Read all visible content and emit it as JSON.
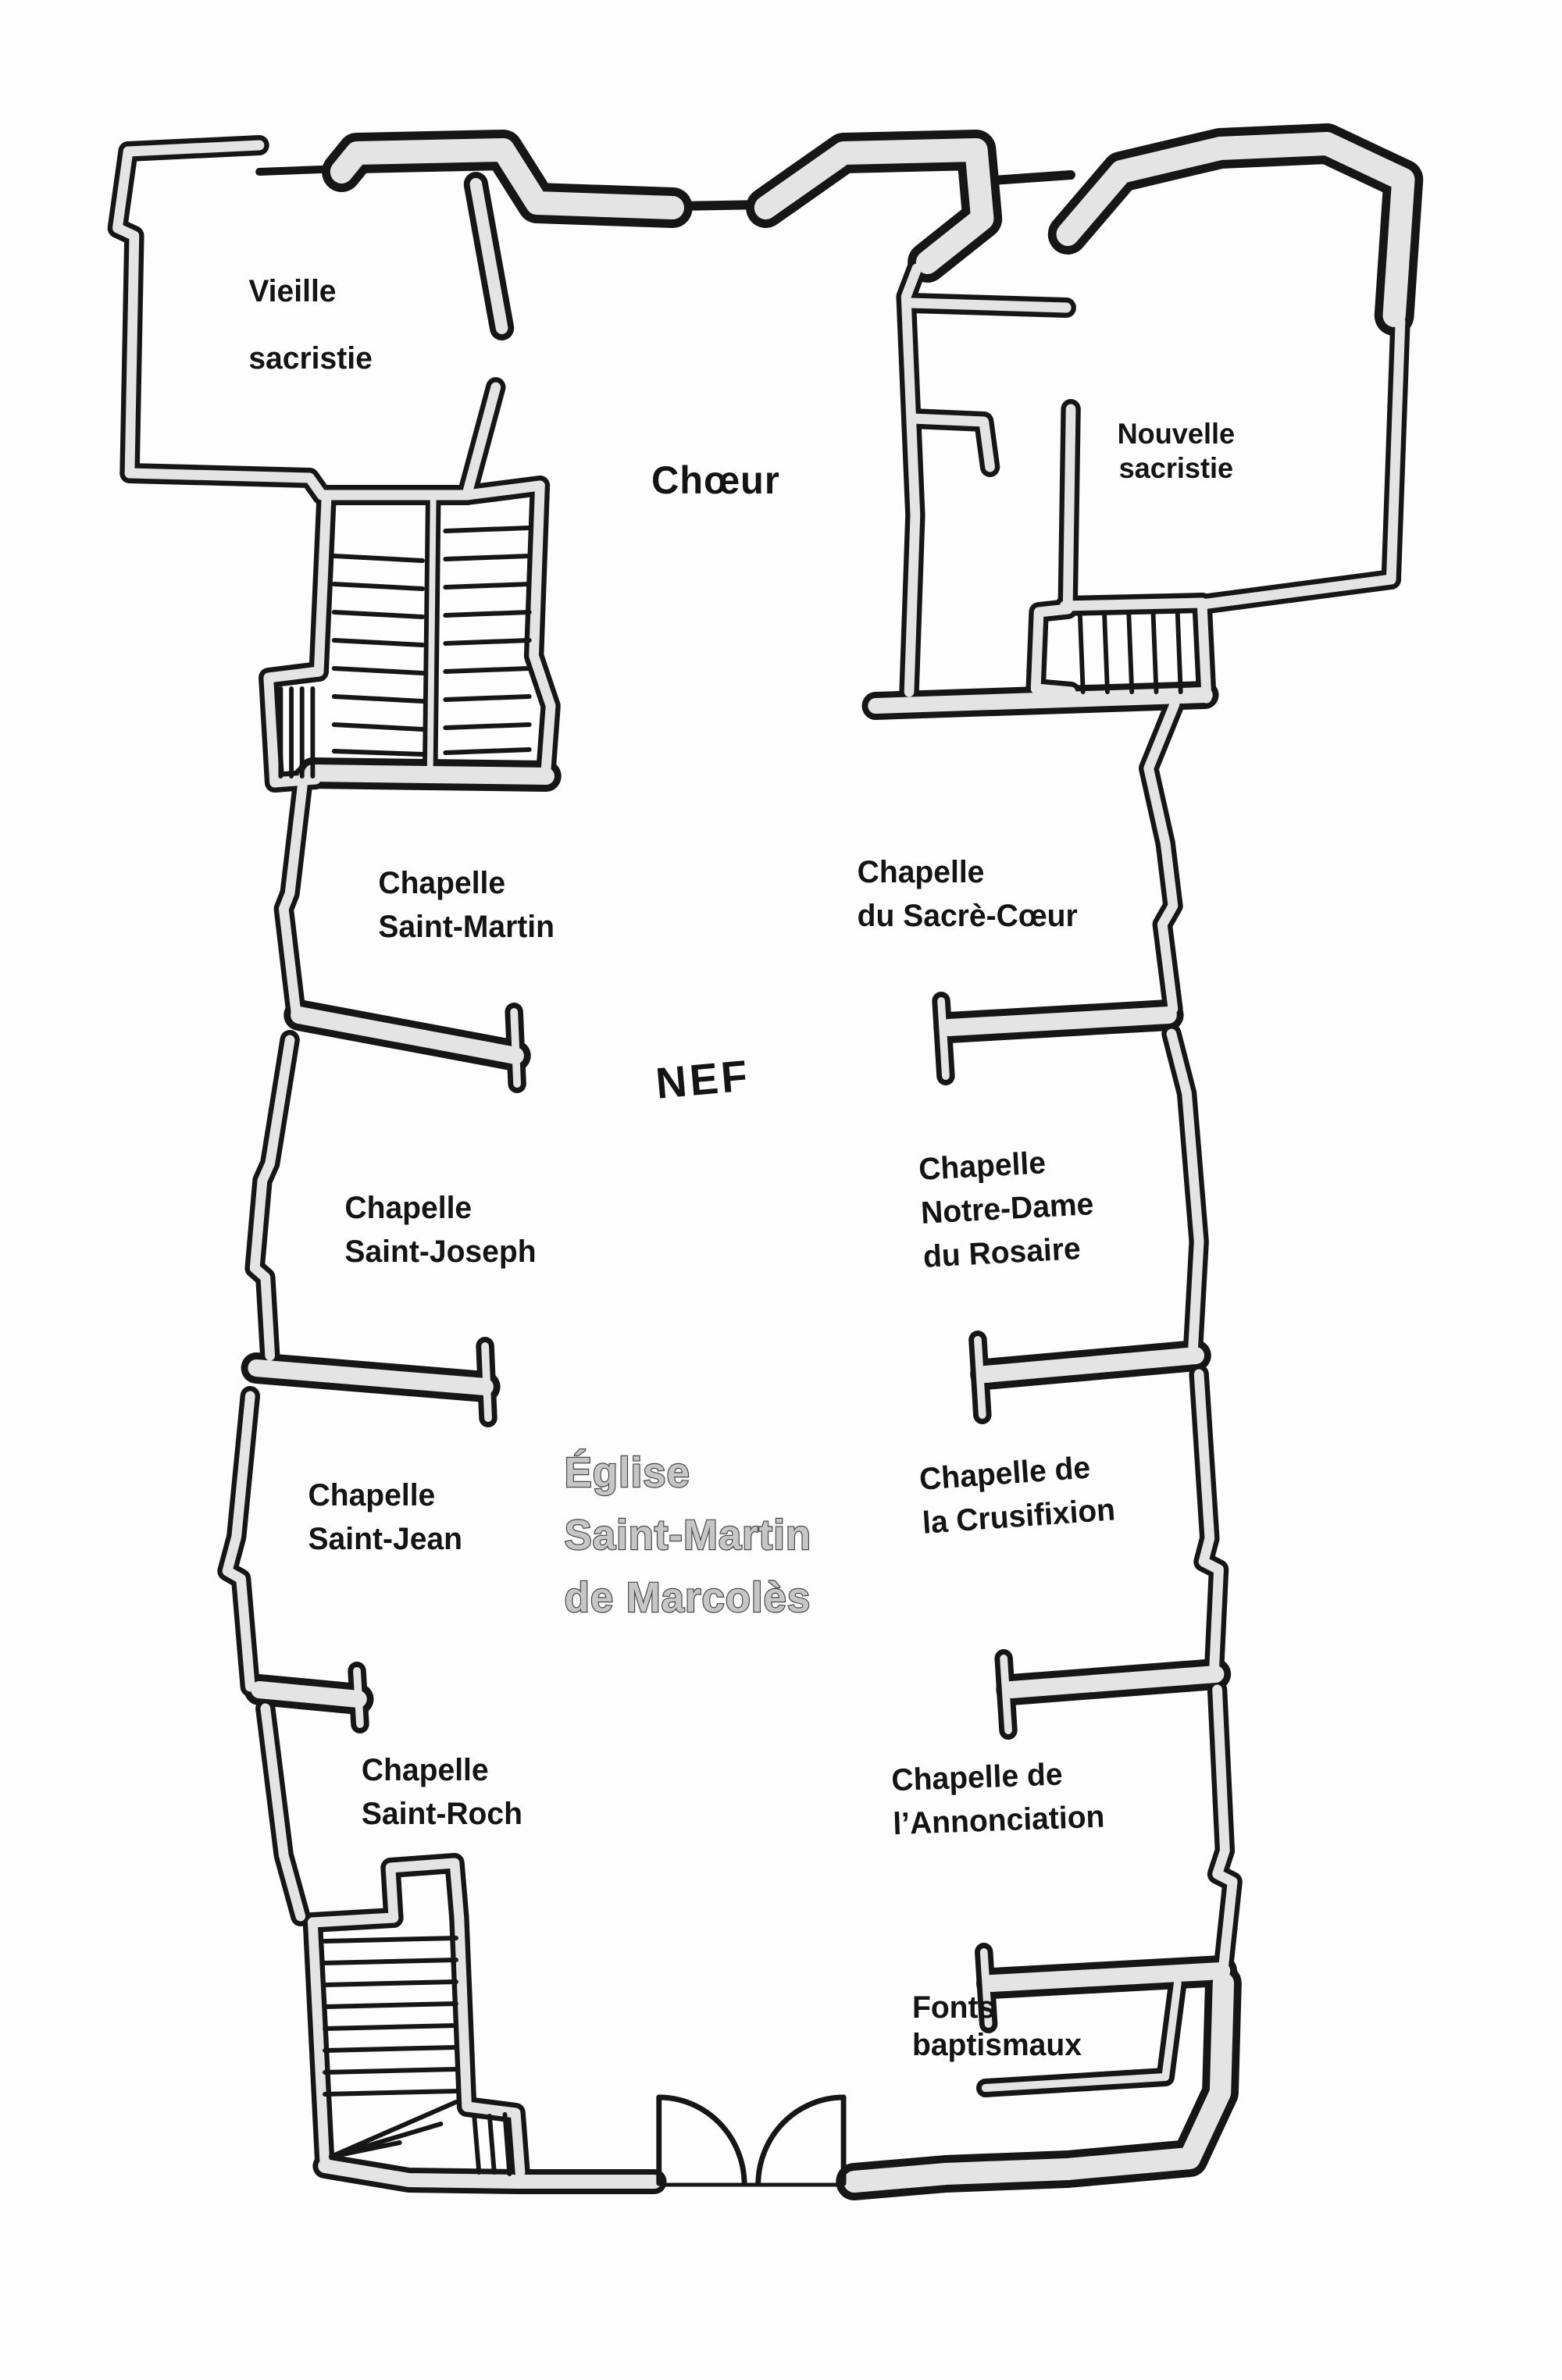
{
  "plan": {
    "title": {
      "line1": "Église",
      "line2": "Saint-Martin",
      "line3": "de Marcolès"
    },
    "choir_label": "Chœur",
    "nave_label": "NEF",
    "rooms": {
      "vieille_sacristie": {
        "line1": "Vieille",
        "line2": "sacristie"
      },
      "nouvelle_sacristie": {
        "line1": "Nouvelle",
        "line2": "sacristie"
      },
      "chapelle_saint_martin": {
        "line1": "Chapelle",
        "line2": "Saint-Martin"
      },
      "chapelle_sacre_coeur": {
        "line1": "Chapelle",
        "line2": "du Sacrè-Cœur"
      },
      "chapelle_saint_joseph": {
        "line1": "Chapelle",
        "line2": "Saint-Joseph"
      },
      "chapelle_notre_dame_du_rosaire": {
        "line1": "Chapelle",
        "line2": "Notre-Dame",
        "line3": "du Rosaire"
      },
      "chapelle_saint_jean": {
        "line1": "Chapelle",
        "line2": "Saint-Jean"
      },
      "chapelle_crucifixion": {
        "line1": "Chapelle de",
        "line2": "la Crusifixion"
      },
      "chapelle_saint_roch": {
        "line1": "Chapelle",
        "line2": "Saint-Roch"
      },
      "chapelle_annonciation": {
        "line1": "Chapelle de",
        "line2": "l’Annonciation"
      },
      "fonts_baptismaux": {
        "line1": "Fonts",
        "line2": "baptismaux"
      }
    },
    "colors": {
      "wall_fill": "#e4e4e4",
      "wall_outline": "#161616",
      "label_color": "#141414",
      "title_fill": "#c6c6c6",
      "title_outline": "#474747",
      "background": "#fdfdfd"
    }
  }
}
